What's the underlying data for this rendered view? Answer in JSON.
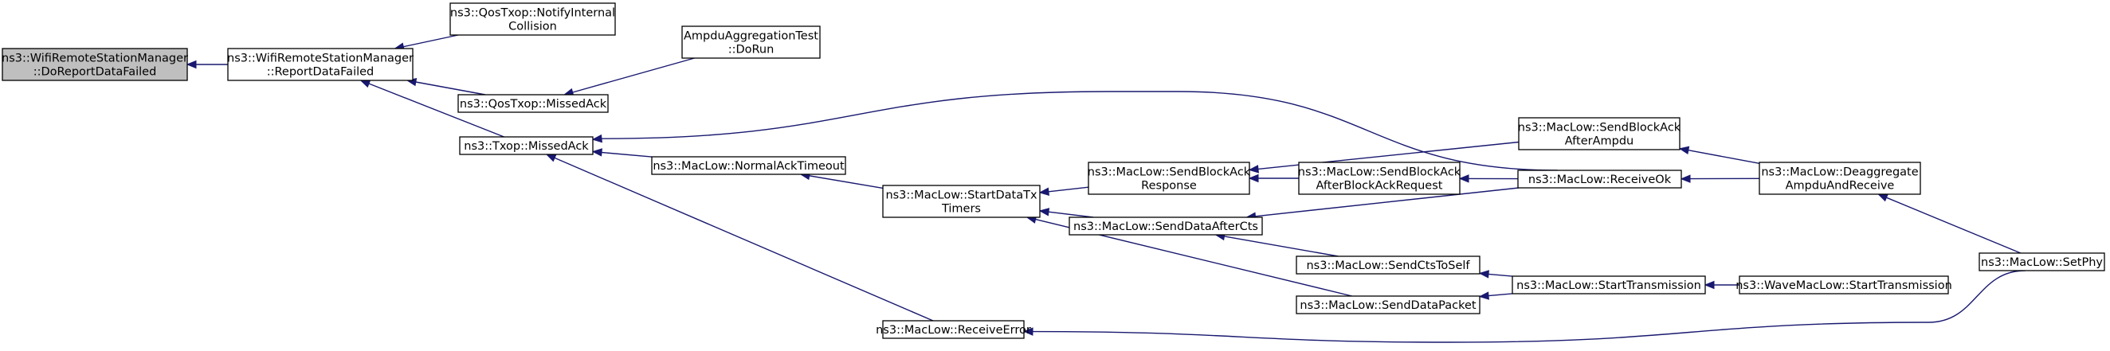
{
  "nodes": [
    {
      "id": "root",
      "lines": [
        "ns3::WifiRemoteStationManager",
        "::DoReportDataFailed"
      ],
      "root": true
    },
    {
      "id": "wrsm_report",
      "lines": [
        "ns3::WifiRemoteStationManager",
        "::ReportDataFailed"
      ]
    },
    {
      "id": "qos_notify",
      "lines": [
        "ns3::QosTxop::NotifyInternal",
        "Collision"
      ]
    },
    {
      "id": "qos_missed",
      "lines": [
        "ns3::QosTxop::MissedAck"
      ]
    },
    {
      "id": "ampdu_test",
      "lines": [
        "AmpduAggregationTest",
        "::DoRun"
      ]
    },
    {
      "id": "txop_missed",
      "lines": [
        "ns3::Txop::MissedAck"
      ]
    },
    {
      "id": "normal_ack",
      "lines": [
        "ns3::MacLow::NormalAckTimeout"
      ]
    },
    {
      "id": "receive_error",
      "lines": [
        "ns3::MacLow::ReceiveError"
      ]
    },
    {
      "id": "start_timers",
      "lines": [
        "ns3::MacLow::StartDataTx",
        "Timers"
      ]
    },
    {
      "id": "send_ba_resp",
      "lines": [
        "ns3::MacLow::SendBlockAck",
        "Response"
      ]
    },
    {
      "id": "send_after_cts",
      "lines": [
        "ns3::MacLow::SendDataAfterCts"
      ]
    },
    {
      "id": "send_data_pkt",
      "lines": [
        "ns3::MacLow::SendDataPacket"
      ]
    },
    {
      "id": "send_ba_after_ampdu",
      "lines": [
        "ns3::MacLow::SendBlockAck",
        "AfterAmpdu"
      ]
    },
    {
      "id": "send_ba_after_req",
      "lines": [
        "ns3::MacLow::SendBlockAck",
        "AfterBlockAckRequest"
      ]
    },
    {
      "id": "send_cts_self",
      "lines": [
        "ns3::MacLow::SendCtsToSelf"
      ]
    },
    {
      "id": "receive_ok",
      "lines": [
        "ns3::MacLow::ReceiveOk"
      ]
    },
    {
      "id": "start_tx",
      "lines": [
        "ns3::MacLow::StartTransmission"
      ]
    },
    {
      "id": "deaggregate",
      "lines": [
        "ns3::MacLow::Deaggregate",
        "AmpduAndReceive"
      ]
    },
    {
      "id": "wave_start_tx",
      "lines": [
        "ns3::WaveMacLow::StartTransmission"
      ]
    },
    {
      "id": "set_phy",
      "lines": [
        "ns3::MacLow::SetPhy"
      ]
    }
  ],
  "edges": [
    {
      "from": "wrsm_report",
      "to": "root"
    },
    {
      "from": "qos_notify",
      "to": "wrsm_report"
    },
    {
      "from": "qos_missed",
      "to": "wrsm_report"
    },
    {
      "from": "txop_missed",
      "to": "wrsm_report"
    },
    {
      "from": "ampdu_test",
      "to": "qos_missed"
    },
    {
      "from": "normal_ack",
      "to": "txop_missed"
    },
    {
      "from": "receive_error",
      "to": "txop_missed"
    },
    {
      "from": "receive_ok",
      "to": "txop_missed"
    },
    {
      "from": "start_timers",
      "to": "normal_ack"
    },
    {
      "from": "send_ba_resp",
      "to": "start_timers"
    },
    {
      "from": "send_after_cts",
      "to": "start_timers"
    },
    {
      "from": "send_data_pkt",
      "to": "start_timers"
    },
    {
      "from": "send_ba_after_ampdu",
      "to": "send_ba_resp"
    },
    {
      "from": "send_ba_after_req",
      "to": "send_ba_resp"
    },
    {
      "from": "receive_ok",
      "to": "send_ba_after_req"
    },
    {
      "from": "receive_ok",
      "to": "send_after_cts"
    },
    {
      "from": "send_cts_self",
      "to": "send_after_cts"
    },
    {
      "from": "start_tx",
      "to": "send_cts_self"
    },
    {
      "from": "start_tx",
      "to": "send_data_pkt"
    },
    {
      "from": "wave_start_tx",
      "to": "start_tx"
    },
    {
      "from": "deaggregate",
      "to": "send_ba_after_ampdu"
    },
    {
      "from": "deaggregate",
      "to": "receive_ok"
    },
    {
      "from": "set_phy",
      "to": "deaggregate"
    },
    {
      "from": "set_phy",
      "to": "receive_error"
    }
  ]
}
